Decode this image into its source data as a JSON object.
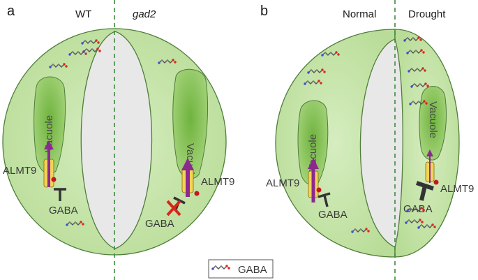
{
  "panel_a": {
    "letter": "a",
    "left_condition": "WT",
    "right_condition": "gad2",
    "vacuole_label": "Vacuole",
    "transporter_label": "ALMT9",
    "gaba_label": "GABA"
  },
  "panel_b": {
    "letter": "b",
    "left_condition": "Normal",
    "right_condition": "Drought",
    "vacuole_label": "Vacuole",
    "transporter_label": "ALMT9",
    "gaba_label": "GABA"
  },
  "legend": {
    "label": "GABA",
    "icon": "gaba-molecule-icon"
  },
  "colors": {
    "cell_fill": "#c6e3a8",
    "cell_stroke": "#4f7d3a",
    "vacuole_fill": "#8fc45f",
    "pore_fill": "#e8e8e8",
    "arrow": "#8a2a8f",
    "channel": "#f3d25a",
    "block_x": "#d9261c",
    "dot": "#c8151b",
    "divider": "#3f8a3f"
  }
}
